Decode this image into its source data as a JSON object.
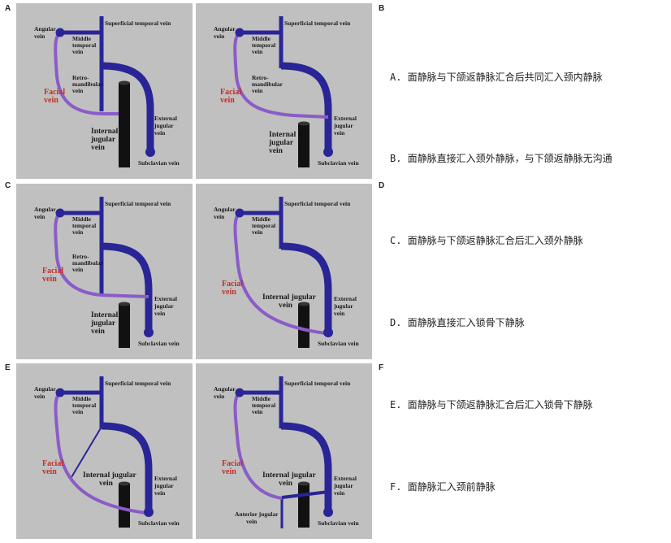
{
  "panels": [
    {
      "letter": "A",
      "letter_side": "left",
      "labels": {
        "angular": [
          "Angular",
          "vein"
        ],
        "superficial_temporal": "Superficial temporal vein",
        "middle_temporal": [
          "Middle",
          "temporal",
          "vein"
        ],
        "retromandibular": [
          "Retro-",
          "mandibular",
          "vein"
        ],
        "facial": [
          "Facial",
          "vein"
        ],
        "internal_jugular": [
          "Internal",
          "jugular",
          "vein"
        ],
        "external_jugular": [
          "External",
          "jugular",
          "vein"
        ],
        "subclavian": "Subclavian vein"
      }
    },
    {
      "letter": "B",
      "letter_side": "right",
      "labels": {
        "angular": [
          "Angular",
          "vein"
        ],
        "superficial_temporal": "Superficial temporal vein",
        "middle_temporal": [
          "Middle",
          "temporal",
          "vein"
        ],
        "retromandibular": [
          "Retro-",
          "mandibular",
          "vein"
        ],
        "facial": [
          "Facial",
          "vein"
        ],
        "internal_jugular": [
          "Internal",
          "jugular",
          "vein"
        ],
        "external_jugular": [
          "External",
          "jugular",
          "vein"
        ],
        "subclavian": "Subclavian vein"
      }
    },
    {
      "letter": "C",
      "letter_side": "left",
      "labels": {
        "angular": [
          "Angular",
          "vein"
        ],
        "superficial_temporal": "Superficial temporal vein",
        "middle_temporal": [
          "Middle",
          "temporal",
          "vein"
        ],
        "retromandibular": [
          "Retro-",
          "mandibular",
          "vein"
        ],
        "facial": [
          "Facial",
          "vein"
        ],
        "internal_jugular": [
          "Internal",
          "jugular",
          "vein"
        ],
        "external_jugular": [
          "External",
          "jugular",
          "vein"
        ],
        "subclavian": "Subclavian vein"
      }
    },
    {
      "letter": "D",
      "letter_side": "right",
      "labels": {
        "angular": [
          "Angular",
          "vein"
        ],
        "superficial_temporal": "Superficial temporal vein",
        "middle_temporal": [
          "Middle",
          "temporal",
          "vein"
        ],
        "facial": [
          "Facial",
          "vein"
        ],
        "internal_jugular": [
          "Internal jugular",
          "vein"
        ],
        "external_jugular": [
          "External",
          "jugular",
          "vein"
        ],
        "subclavian": "Subclavian vein"
      }
    },
    {
      "letter": "E",
      "letter_side": "left",
      "labels": {
        "angular": [
          "Angular",
          "vein"
        ],
        "superficial_temporal": "Superficial temporal vein",
        "middle_temporal": [
          "Middle",
          "temporal",
          "vein"
        ],
        "facial": [
          "Facial",
          "vein"
        ],
        "internal_jugular": [
          "Internal jugular",
          "vein"
        ],
        "external_jugular": [
          "External",
          "jugular",
          "vein"
        ],
        "subclavian": "Subclavian vein"
      }
    },
    {
      "letter": "F",
      "letter_side": "right",
      "labels": {
        "angular": [
          "Angular",
          "vein"
        ],
        "superficial_temporal": "Superficial temporal vein",
        "middle_temporal": [
          "Middle",
          "temporal",
          "vein"
        ],
        "facial": [
          "Facial",
          "vein"
        ],
        "internal_jugular": [
          "Internal jugular",
          "vein"
        ],
        "external_jugular": [
          "External",
          "jugular",
          "vein"
        ],
        "subclavian": "Subclavian vein",
        "anterior_jugular": [
          "Anterior jugular",
          "vein"
        ]
      }
    }
  ],
  "captions": [
    "A.  面静脉与下颌返静脉汇合后共同汇入颈内静脉",
    "B.  面静脉直接汇入颈外静脉，与下颌返静脉无沟通",
    "C.  面静脉与下颌返静脉汇合后汇入颈外静脉",
    "D.  面静脉直接汇入锁骨下静脉",
    "E.  面静脉与下颌返静脉汇合后汇入锁骨下静脉",
    "F.  面静脉汇入颈前静脉"
  ],
  "colors": {
    "background": "#c0c0c0",
    "vein_blue": "#2a2596",
    "facial_purple": "#8a5cc8",
    "internal_jugular": "#111111",
    "facial_label": "#c0302a"
  }
}
